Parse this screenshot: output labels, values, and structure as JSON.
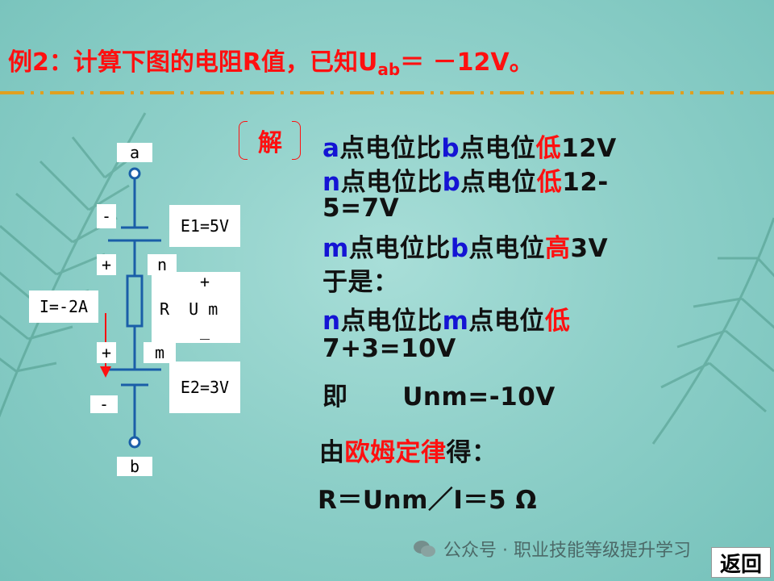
{
  "title": {
    "main": "例2：计算下图的电阻R值，已知U",
    "sub": "ab",
    "tail": "＝ －12V。"
  },
  "circuit": {
    "node_a": "a",
    "node_b": "b",
    "node_n": "n",
    "node_m": "m",
    "e1": "E1=5V",
    "e2": "E2=3V",
    "current": "I=-2A",
    "resistor_plus": "+",
    "resistor_label": "R  U m",
    "resistor_minus": "_",
    "e1_minus": "-",
    "e1_plus": "+",
    "e2_plus": "+",
    "e2_minus": "-"
  },
  "solution": {
    "header": "解",
    "l1": [
      {
        "t": "a",
        "c": "blue"
      },
      {
        "t": "点电位比",
        "c": ""
      },
      {
        "t": "b",
        "c": "blue"
      },
      {
        "t": "点电位",
        "c": ""
      },
      {
        "t": "低",
        "c": "red"
      },
      {
        "t": "12V",
        "c": ""
      }
    ],
    "l2": [
      {
        "t": "n",
        "c": "blue"
      },
      {
        "t": "点电位比",
        "c": ""
      },
      {
        "t": "b",
        "c": "blue"
      },
      {
        "t": "点电位",
        "c": ""
      },
      {
        "t": "低",
        "c": "red"
      },
      {
        "t": "12-",
        "c": ""
      }
    ],
    "l3": [
      {
        "t": "5=7V",
        "c": ""
      }
    ],
    "l4": [
      {
        "t": "m",
        "c": "blue"
      },
      {
        "t": "点电位比",
        "c": ""
      },
      {
        "t": "b",
        "c": "blue"
      },
      {
        "t": "点电位",
        "c": ""
      },
      {
        "t": "高",
        "c": "red"
      },
      {
        "t": "3V",
        "c": ""
      }
    ],
    "l5": [
      {
        "t": "于是：",
        "c": ""
      }
    ],
    "l6": [
      {
        "t": "n",
        "c": "blue"
      },
      {
        "t": "点电位比",
        "c": ""
      },
      {
        "t": "m",
        "c": "blue"
      },
      {
        "t": "点电位",
        "c": ""
      },
      {
        "t": "低",
        "c": "red"
      }
    ],
    "l7": [
      {
        "t": "7+3=10V",
        "c": ""
      }
    ],
    "l8": [
      {
        "t": "即      Unm=-10V",
        "c": ""
      }
    ],
    "l9": [
      {
        "t": "由",
        "c": ""
      },
      {
        "t": "欧姆定律",
        "c": "red"
      },
      {
        "t": "得：",
        "c": ""
      }
    ],
    "l10": [
      {
        "t": "R＝Unm／I＝5 Ω",
        "c": ""
      }
    ]
  },
  "watermark": "公众号 · 职业技能等级提升学习",
  "back_button": "返回"
}
